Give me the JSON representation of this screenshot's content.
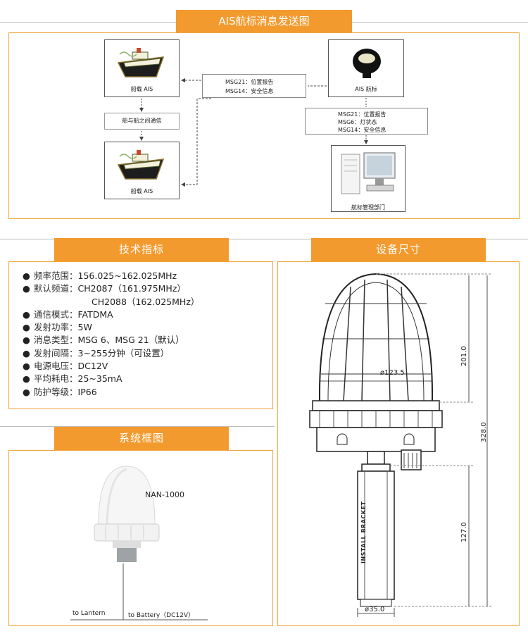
{
  "ais": {
    "title": "AIS航标消息发送图",
    "ship_top_label": "船载 AIS",
    "ship_bottom_label": "船载 AIS",
    "ship_comm_label": "船与船之间通信",
    "beacon_label": "AIS 航标",
    "msg_left": [
      "MSG21：位置报告",
      "MSG14：安全信息"
    ],
    "msg_right": [
      "MSG21：位置报告",
      "MSG6：灯状态",
      "MSG14：安全信息"
    ],
    "dept_label": "航标管理部门"
  },
  "specs": {
    "title": "技术指标",
    "bullet": "●",
    "items": [
      {
        "label": "频率范围：",
        "value": "156.025~162.025MHz",
        "bullet": true
      },
      {
        "label": "默认频道：",
        "value": "CH2087（161.975MHz）",
        "bullet": true
      },
      {
        "label": "",
        "value": "CH2088（162.025MHz）",
        "bullet": false
      },
      {
        "label": "通信模式：",
        "value": "FATDMA",
        "bullet": true
      },
      {
        "label": "发射功率：",
        "value": "5W",
        "bullet": true
      },
      {
        "label": "消息类型：",
        "value": "MSG 6、MSG 21（默认）",
        "bullet": true
      },
      {
        "label": "发射间隔：",
        "value": "3~255分钟（可设置）",
        "bullet": true
      },
      {
        "label": "电源电压：",
        "value": "DC12V",
        "bullet": true
      },
      {
        "label": "平均耗电：",
        "value": "25~35mA",
        "bullet": true
      },
      {
        "label": "防护等级：",
        "value": "IP66",
        "bullet": true
      }
    ]
  },
  "system": {
    "title": "系统框图",
    "model": "NAN-1000",
    "to_lantern": "to Lantern",
    "to_battery": "to Battery（DC12V）"
  },
  "dimensions": {
    "title": "设备尺寸",
    "dia_top": "ø123.5",
    "height_201": "201.0",
    "height_328": "328.0",
    "height_127": "127.0",
    "dia_bottom": "ø35.0",
    "bracket": "INSTALL BRACKET"
  },
  "colors": {
    "accent": "#f39a2e",
    "border": "#f2a33a"
  }
}
